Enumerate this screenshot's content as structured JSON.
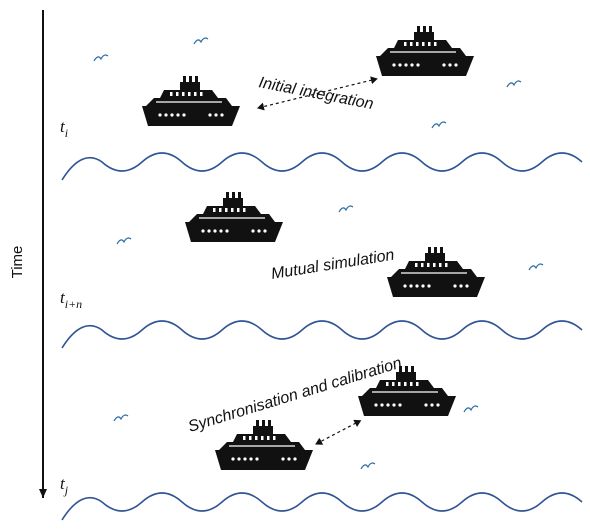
{
  "axis": {
    "label": "Time"
  },
  "time_markers": [
    {
      "base": "t",
      "sub": "i"
    },
    {
      "base": "t",
      "sub": "i+n"
    },
    {
      "base": "t",
      "sub": "j"
    }
  ],
  "phases": [
    {
      "label": "Initial integration"
    },
    {
      "label": "Mutual simulation"
    },
    {
      "label": "Synchronisation and calibration"
    }
  ],
  "colors": {
    "wave": "#2f5597",
    "ship": "#111111",
    "axis": "#111111"
  },
  "icons": {
    "ship": "cruise-ship-icon",
    "seagull": "seagull-icon",
    "arrow": "double-arrow-icon"
  }
}
